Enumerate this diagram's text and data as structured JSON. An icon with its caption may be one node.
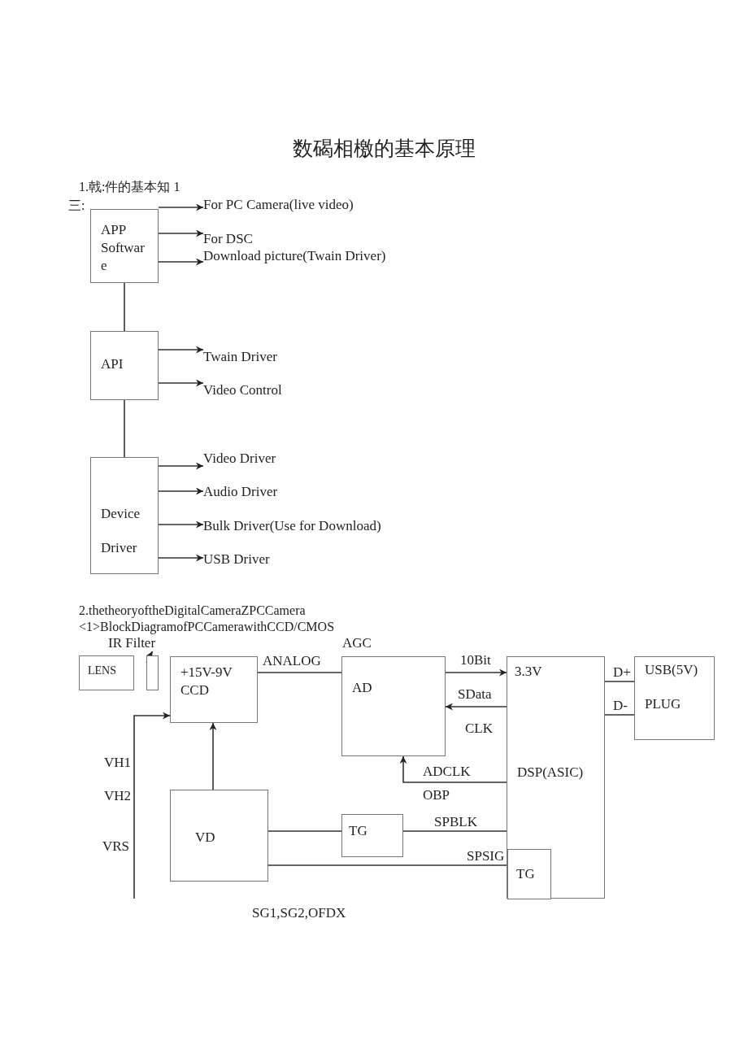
{
  "diagram": {
    "title": "数碣相檄的基本原理",
    "nodes": [
      {
        "text": [
          "APP Softwar e"
        ]
      },
      {
        "text": [
          "For PC Camera(live video)"
        ]
      },
      {
        "text": [
          "For DSC"
        ]
      },
      {
        "text": [
          "Download picture(Twain Driver)"
        ]
      },
      {
        "text": [
          "API"
        ]
      },
      {
        "text": [
          "Twain Driver"
        ]
      },
      {
        "text": [
          "Video Control"
        ]
      },
      {
        "text": [
          "Device Driver"
        ]
      },
      {
        "text": [
          "Video Driver"
        ]
      },
      {
        "text": [
          "Audio Driver"
        ]
      },
      {
        "text": [
          "Bulk Driver(Use for Download)"
        ]
      },
      {
        "text": [
          "USB Driver"
        ]
      },
      {
        "text": [
          "LENS"
        ]
      },
      {
        "text": [
          "IR Filter"
        ]
      },
      {
        "text": [],
        "shape": "box"
      },
      {
        "text": [
          "+15V-9V CCD"
        ]
      },
      {
        "text": [
          "AD"
        ],
        "beside": [
          "AGC"
        ]
      },
      {
        "text": [
          "3.3V",
          "DSP(ASIC)"
        ]
      },
      {
        "text": [
          "TG"
        ],
        "in": 17
      },
      {
        "text": [
          "USB(5V)",
          "PLUG"
        ]
      },
      {
        "text": [
          "VD"
        ]
      },
      {
        "text": [
          "TG"
        ]
      }
    ],
    "edges": [
      {
        "from": 0,
        "to": 4,
        "arrow": "none"
      },
      {
        "from": 4,
        "to": 7,
        "arrow": "none"
      },
      {
        "from": 0,
        "to": 1,
        "arrow": "to"
      },
      {
        "from": 0,
        "to": 2,
        "arrow": "to"
      },
      {
        "from": 0,
        "to": 3,
        "arrow": "to"
      },
      {
        "from": 4,
        "to": 5,
        "arrow": "to"
      },
      {
        "from": 4,
        "to": 6,
        "arrow": "to"
      },
      {
        "from": 7,
        "to": 8,
        "arrow": "to"
      },
      {
        "from": 7,
        "to": 9,
        "arrow": "to"
      },
      {
        "from": 7,
        "to": 10,
        "arrow": "to"
      },
      {
        "from": 7,
        "to": 11,
        "arrow": "to"
      },
      {
        "from": 14,
        "to": 13,
        "arrow": "to"
      },
      {
        "from": 15,
        "to": 16,
        "arrow": "none",
        "label": "ANALOG"
      },
      {
        "from": 16,
        "to": 17,
        "arrow": "to",
        "label": "10Bit"
      },
      {
        "from": 17,
        "to": 16,
        "arrow": "to",
        "label": "SData"
      },
      {
        "from": 17,
        "to": 16,
        "arrow": "to",
        "label": "ADCLK"
      },
      {
        "from": 17,
        "to": 19,
        "arrow": "none",
        "label": "D+"
      },
      {
        "from": 17,
        "to": 19,
        "arrow": "none",
        "label": "D-"
      },
      {
        "from": 20,
        "to": 15,
        "arrow": "to"
      },
      {
        "from": 20,
        "to": 21,
        "arrow": "none"
      },
      {
        "from": 21,
        "to": 17,
        "arrow": "none",
        "label": "SPBLK"
      },
      {
        "from": 20,
        "to": 18,
        "arrow": "none",
        "label": "SPSIG"
      },
      {
        "from": null,
        "to": 15,
        "arrow": "to"
      }
    ],
    "labels": [
      "1.戟:件的基本知 1",
      "三:",
      "2.thetheoryoftheDigitalCameraZPCCamera",
      "<1>BlockDiagramofPCCamerawithCCD/CMOS",
      "CLK",
      "OBP",
      "VH1",
      "VH2",
      "VRS",
      "SG1,SG2,OFDX"
    ]
  }
}
